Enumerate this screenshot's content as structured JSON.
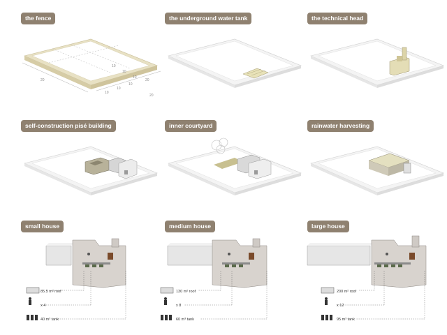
{
  "panels": [
    {
      "label": "the fence"
    },
    {
      "label": "the underground water tank"
    },
    {
      "label": "the technical head"
    },
    {
      "label": "self-construction pisé building"
    },
    {
      "label": "inner courtyard"
    },
    {
      "label": "rainwater harvesting"
    },
    {
      "label": "small house",
      "roof": "85.5 m² roof",
      "people": "x 4",
      "tank": "40 m³ tank"
    },
    {
      "label": "medium house",
      "roof": "130 m² roof",
      "people": "x 8",
      "tank": "60 m³ tank"
    },
    {
      "label": "large house",
      "roof": "200 m² roof",
      "people": "x 12",
      "tank": "95 m³ tank"
    }
  ],
  "dimensions": [
    "20",
    "10",
    "10",
    "10",
    "10",
    "10",
    "10",
    "20",
    "20"
  ],
  "colors": {
    "label_bg": "#8f8170",
    "fence_tan": "#e8e1c4",
    "wall": "#d8d3ce",
    "roof": "#e4e0c8"
  }
}
